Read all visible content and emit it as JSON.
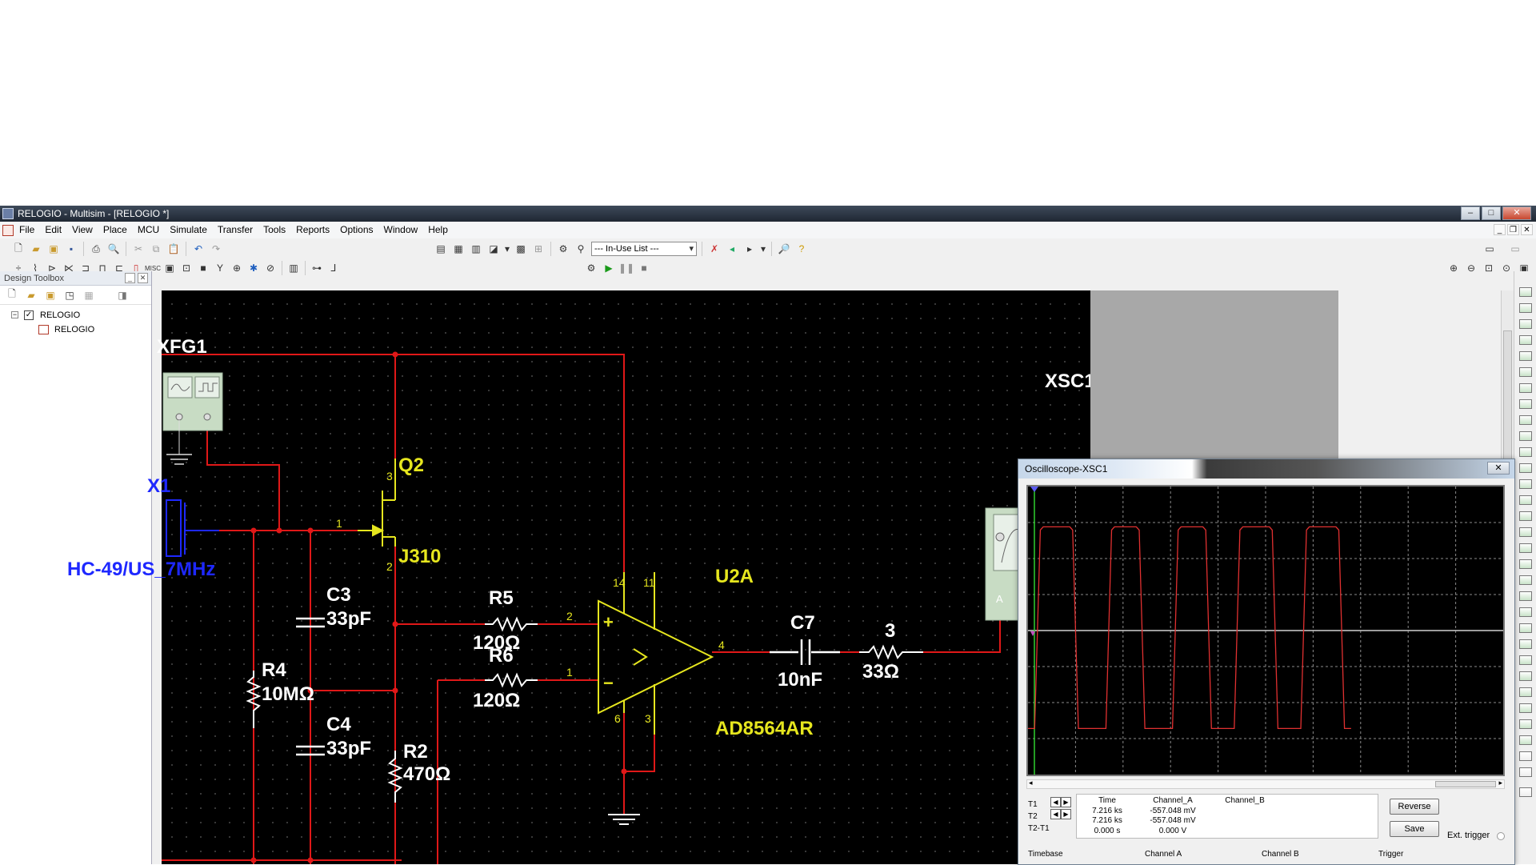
{
  "window": {
    "title": "RELOGIO - Multisim - [RELOGIO *]",
    "min": "–",
    "max": "□",
    "close": "✕"
  },
  "menu": {
    "items": [
      "File",
      "Edit",
      "View",
      "Place",
      "MCU",
      "Simulate",
      "Transfer",
      "Tools",
      "Reports",
      "Options",
      "Window",
      "Help"
    ]
  },
  "toolbar": {
    "in_use_list": "--- In-Use List ---"
  },
  "toolbox": {
    "title": "Design Toolbox",
    "project": "RELOGIO",
    "sheet": "RELOGIO"
  },
  "schematic": {
    "labels": {
      "xfg": "XFG1",
      "x1": "X1",
      "x1_value": "HC-49/US_7MHz",
      "q2": "Q2",
      "j310": "J310",
      "c3": "C3",
      "c3_val": "33pF",
      "c4": "C4",
      "c4_val": "33pF",
      "r4": "R4",
      "r4_val": "10MΩ",
      "r2": "R2",
      "r2_val": "470Ω",
      "r5": "R5",
      "r5_val": "120Ω",
      "r6": "R6",
      "r6_val": "120Ω",
      "u2a": "U2A",
      "ad": "AD8564AR",
      "c7": "C7",
      "c7_val": "10nF",
      "r3": "3",
      "r3_val": "33Ω",
      "xsc1": "XSC1",
      "a": "A",
      "pin_q_d": "3",
      "pin_q_g": "1",
      "pin_q_s": "2",
      "pin_u_14": "14",
      "pin_u_11": "11",
      "pin_u_2": "2",
      "pin_u_1": "1",
      "pin_u_4": "4",
      "pin_u_6": "6",
      "pin_u_3": "3",
      "plus": "+",
      "minus": "−"
    }
  },
  "oscilloscope": {
    "title": "Oscilloscope-XSC1",
    "close": "✕",
    "readout": {
      "rows": [
        "T1",
        "T2",
        "T2-T1"
      ],
      "headers": [
        "Time",
        "Channel_A",
        "Channel_B"
      ],
      "time": [
        "7.216 ks",
        "7.216 ks",
        "0.000 s"
      ],
      "channel_a": [
        "-557.048 mV",
        "-557.048 mV",
        "0.000 V"
      ],
      "channel_b": [
        "",
        "",
        ""
      ]
    },
    "buttons": {
      "reverse": "Reverse",
      "save": "Save"
    },
    "ext_trigger": "Ext. trigger",
    "sections": [
      "Timebase",
      "Channel A",
      "Channel B",
      "Trigger"
    ]
  },
  "colors": {
    "wire": "#e01818",
    "component": "#e6e61e",
    "crystal": "#1e28ff",
    "white_text": "#ffffff",
    "trace": "#e03030"
  },
  "waveform": {
    "high_level": 0.14,
    "low_level": 0.84,
    "pulses": [
      [
        0.02,
        0.1
      ],
      [
        0.17,
        0.24
      ],
      [
        0.31,
        0.38
      ],
      [
        0.44,
        0.52
      ],
      [
        0.58,
        0.66
      ]
    ],
    "start": 0.0,
    "end": 0.68
  }
}
